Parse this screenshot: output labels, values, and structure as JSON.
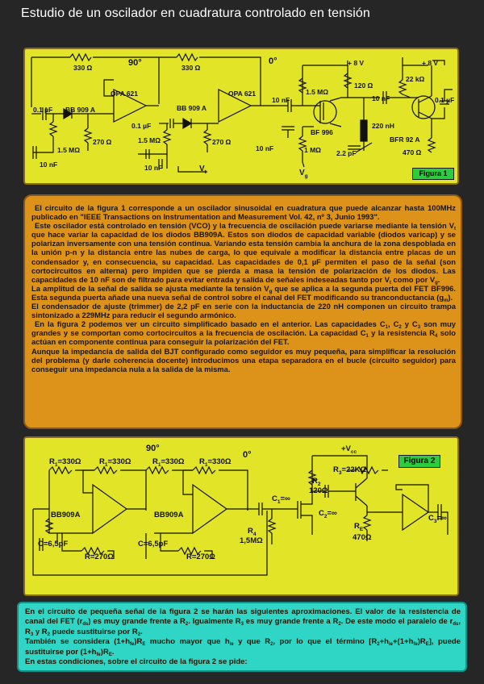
{
  "page": {
    "title": "Estudio de un oscilador en cuadratura controlado en tensión"
  },
  "figure1": {
    "label": "Figura 1",
    "phase_labels": [
      "90°",
      "0°"
    ],
    "opamps": [
      "OPA 621",
      "OPA 621"
    ],
    "diodes": [
      "BB 909 A",
      "BB 909 A"
    ],
    "r_top": [
      "330 Ω",
      "330 Ω"
    ],
    "r_gnd": [
      "270 Ω",
      "270 Ω"
    ],
    "r_bias": [
      "1.5 MΩ",
      "1.5 MΩ"
    ],
    "c_in": [
      "0.1 µF",
      "0.1 µF"
    ],
    "c_filter": [
      "10 nF",
      "10 nF"
    ],
    "vt": "V",
    "vt_sub": "t",
    "vg": "V",
    "vg_sub": "g",
    "c_fet": "10 nF",
    "c_fet2": "10 nF",
    "r_fet": "1.5 MΩ",
    "fet": "BF 996",
    "r_fet_g2": "1 MΩ",
    "c_g2": "10 nF",
    "c_trim": "2.2 pF",
    "vcc1": "+ 8 V",
    "vcc2": "+ 8 V",
    "r_drain": "120 Ω",
    "c_couple": "10 nF",
    "r_base": "22 kΩ",
    "c_out": "0.1 µF",
    "inductor": "220 nH",
    "bjt": "BFR 92 A",
    "r_emitter": "470 Ω"
  },
  "paragraphs": {
    "p1": "El circuito de la figura 1 corresponde a un oscilador sinusoidal en cuadratura que puede alcanzar hasta 100MHz publicado en \"IEEE Transactions on Instrumentation and Measurement Vol. 42, nº 3, Junio 1993\".",
    "p2a": "Este oscilador está controlado en tensión (VCO) y la frecuencia de oscilación puede variarse mediante la tensión V",
    "p2b": " que hace variar la capacidad de los diodos BB909A. Estos son diodos de capacidad variable (diodos varicap) y se polarizan inversamente con una tensión continua. Variando esta tensión cambia la anchura de la zona despoblada en la unión p-n y la distancia entre las nubes de carga, lo que equivale a modificar la distancia entre placas de un condensador y, en consecuencia, su capacidad. Las capacidades de  0,1 µF permiten el paso de la señal (son cortocircuitos en alterna) pero impiden que se pierda a masa la tensión de polarización de los diodos. Las capacidades de 10 nF son de filtrado  para evitar entrada y salida de señales indeseadas tanto por V",
    "p2c": "  como por V",
    "p2d": ".",
    "p3a": "La amplitud de la señal de salida se ajusta mediante la tensión V",
    "p3b": " que se aplica a la segunda puerta del FET BF996. Esta segunda puerta añade una nueva señal de control sobre el canal del FET modificando su tranconductancia (g",
    "p3c": ").",
    "p4": "El condensador de ajuste (trimmer) de 2,2 pF en serie con la inductancia de 220 nH componen un circuito trampa sintonizado a 229MHz para reducir el segundo armónico.",
    "p5a": "En la figura 2 podemos ver un circuito simplificado basado en el anterior. Las capacidades C",
    "p5b": ", C",
    "p5c": " y C",
    "p5d": " son muy grandes y se comportan como cortocircuitos a la frecuencia de oscilación. La capacidad C",
    "p5e": " y la resistencia R",
    "p5f": " solo actúan en componente continua para conseguir la polarización del FET.",
    "p6": "Aunque la impedancia de salida del BJT configurado como seguidor es muy pequeña, para simplificar la resolución del problema (y darle coherencia docente) introducimos una etapa separadora en el bucle (circuito seguidor) para conseguir una impedancia nula a la salida de la misma.",
    "sub_t": "t",
    "sub_g": "g",
    "sub_m": "m",
    "sub_1": "1",
    "sub_2": "2",
    "sub_3": "3",
    "sub_4": "4"
  },
  "figure2": {
    "label": "Figura 2",
    "phase_labels": [
      "90°",
      "0°"
    ],
    "r1": "R",
    "r1_sub": "1",
    "r1_val": "=330Ω",
    "diodes": [
      "BB909A",
      "BB909A"
    ],
    "cap": "C=6,5pF",
    "r270": "R=270Ω",
    "c1": "C",
    "c1_sub": "1",
    "c1_val": "=∞",
    "r2": "R",
    "r2_sub": "2",
    "r2_val": "120Ω",
    "r3": "R",
    "r3_sub": "3",
    "r3_val": "=22KΩ",
    "c2": "C",
    "c2_sub": "2",
    "c2_val": "=∞",
    "c3": "C",
    "c3_sub": "3",
    "c3_val": "=∞",
    "r4": "R",
    "r4_sub": "4",
    "r4_val": "1,5MΩ",
    "re": "R",
    "re_sub": "E",
    "re_val": "470Ω",
    "vcc": "+V",
    "vcc_sub": "cc"
  },
  "cyan": {
    "c1a": "En el circuito de pequeña señal de la figura 2 se harán las siguientes aproximaciones. El valor de la resistencia de canal del FET (r",
    "c1b": ") es muy grande frente a R",
    "c1c": ". Igualmente R",
    "c1d": " es muy grande frente a R",
    "c1e": ". De este modo el paralelo de r",
    "c1f": ", R",
    "c1g": " y R",
    "c1h": " puede sustituirse por R",
    "c1i": ".",
    "c2a": "También se considera (1+h",
    "c2b": ")R",
    "c2c": " mucho mayor que h",
    "c2d": " y que R",
    "c2e": ", por lo que el término  [R",
    "c2f": "+h",
    "c2g": "+(1+h",
    "c2h": ")R",
    "c2i": "], puede sustituirse por (1+h",
    "c2j": ")R",
    "c2k": ".",
    "c3": "En estas condiciones, sobre el circuito de la figura 2 se pide:",
    "sub_ds": "ds",
    "sub_2": "2",
    "sub_3": "3",
    "sub_fe": "fe",
    "sub_E": "E",
    "sub_ie": "ie"
  }
}
